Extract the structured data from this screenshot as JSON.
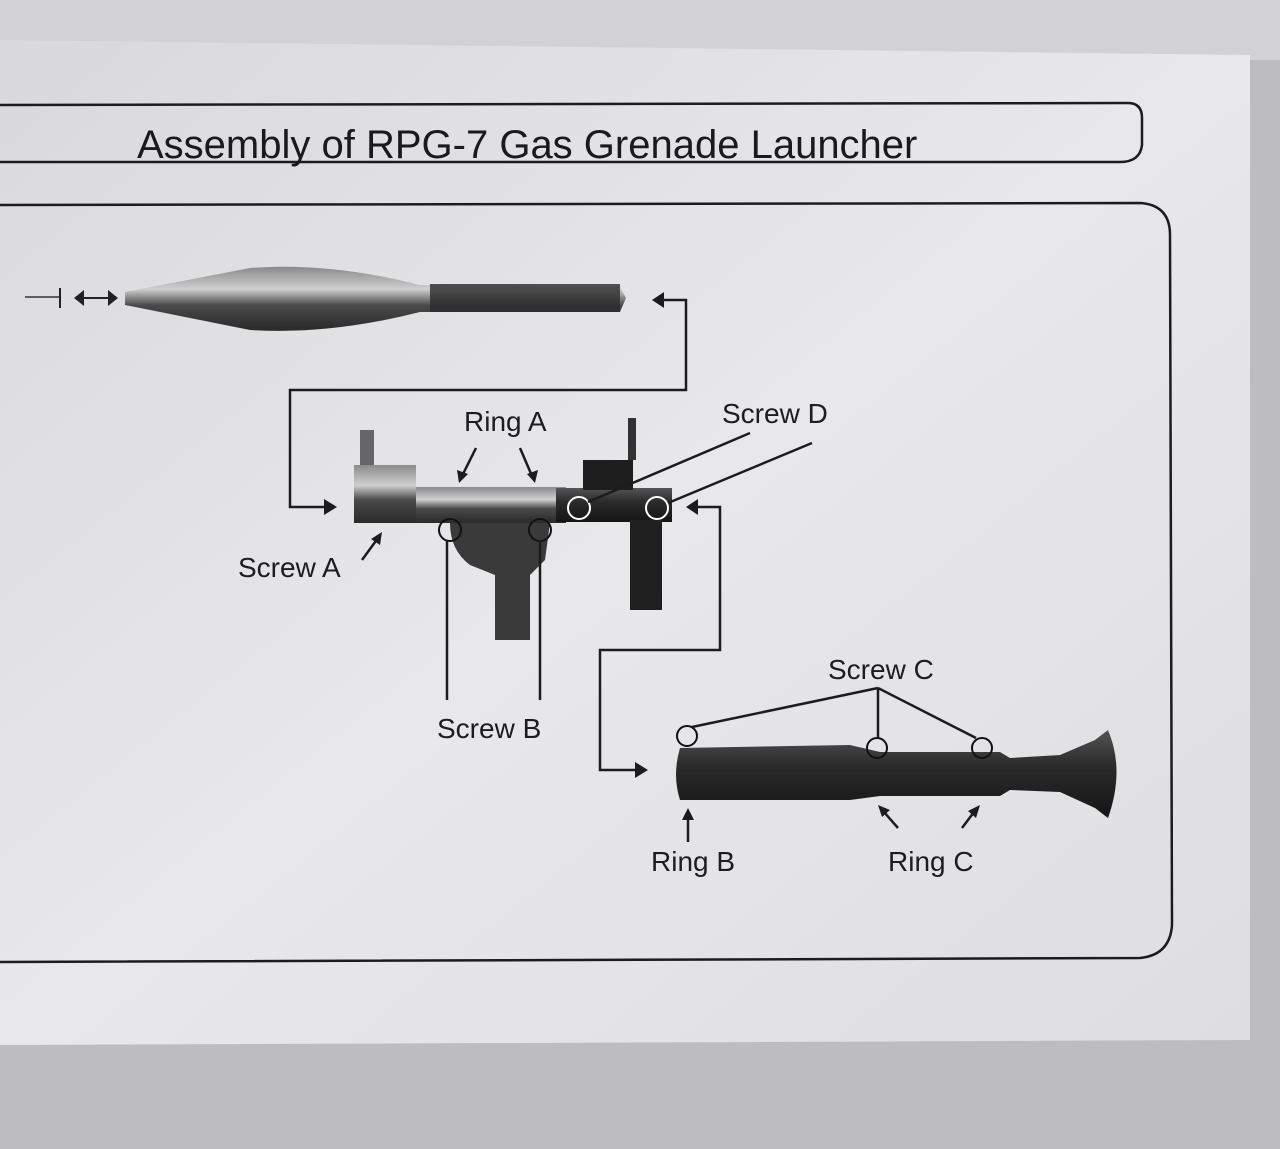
{
  "document": {
    "title": "Assembly of RPG-7 Gas Grenade Launcher"
  },
  "labels": {
    "ring_a": "Ring A",
    "screw_a": "Screw A",
    "screw_b": "Screw B",
    "screw_c": "Screw C",
    "screw_d": "Screw D",
    "ring_b": "Ring B",
    "ring_c": "Ring C"
  },
  "colors": {
    "paper": "#e6e6e8",
    "ink": "#1c1c1e",
    "desk": "#bdbdbf"
  }
}
